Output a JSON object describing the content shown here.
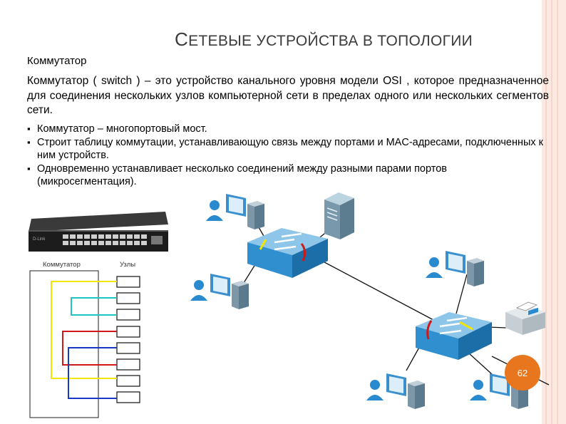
{
  "slide": {
    "title_first": "С",
    "title_rest": "ЕТЕВЫЕ УСТРОЙСТВА В ТОПОЛОГИИ",
    "subtitle": "Коммутатор",
    "paragraph": "Коммутатор ( switch ) – это устройство канального уровня модели OSI , которое предназначенное для соединения нескольких узлов компьютерной сети в пределах одного или нескольких сегментов сети.",
    "bullets": [
      "Коммутатор – многопортовый мост.",
      "Строит таблицу коммутации, устанавливающую связь между портами и MAC-адресами, подключенных к ним устройств.",
      "Одновременно устанавливает несколько соединений между разными парами портов (микросегментация)."
    ],
    "page_number": "62"
  },
  "diagram": {
    "switch_label": "Коммутатор",
    "nodes_label": "Узлы"
  },
  "colors": {
    "accent": "#e8761e",
    "switch_blue": "#2f8fcf",
    "wire_yellow": "#f2e600",
    "wire_cyan": "#21c4c4",
    "wire_red": "#d01818",
    "wire_blue": "#1838c8"
  }
}
